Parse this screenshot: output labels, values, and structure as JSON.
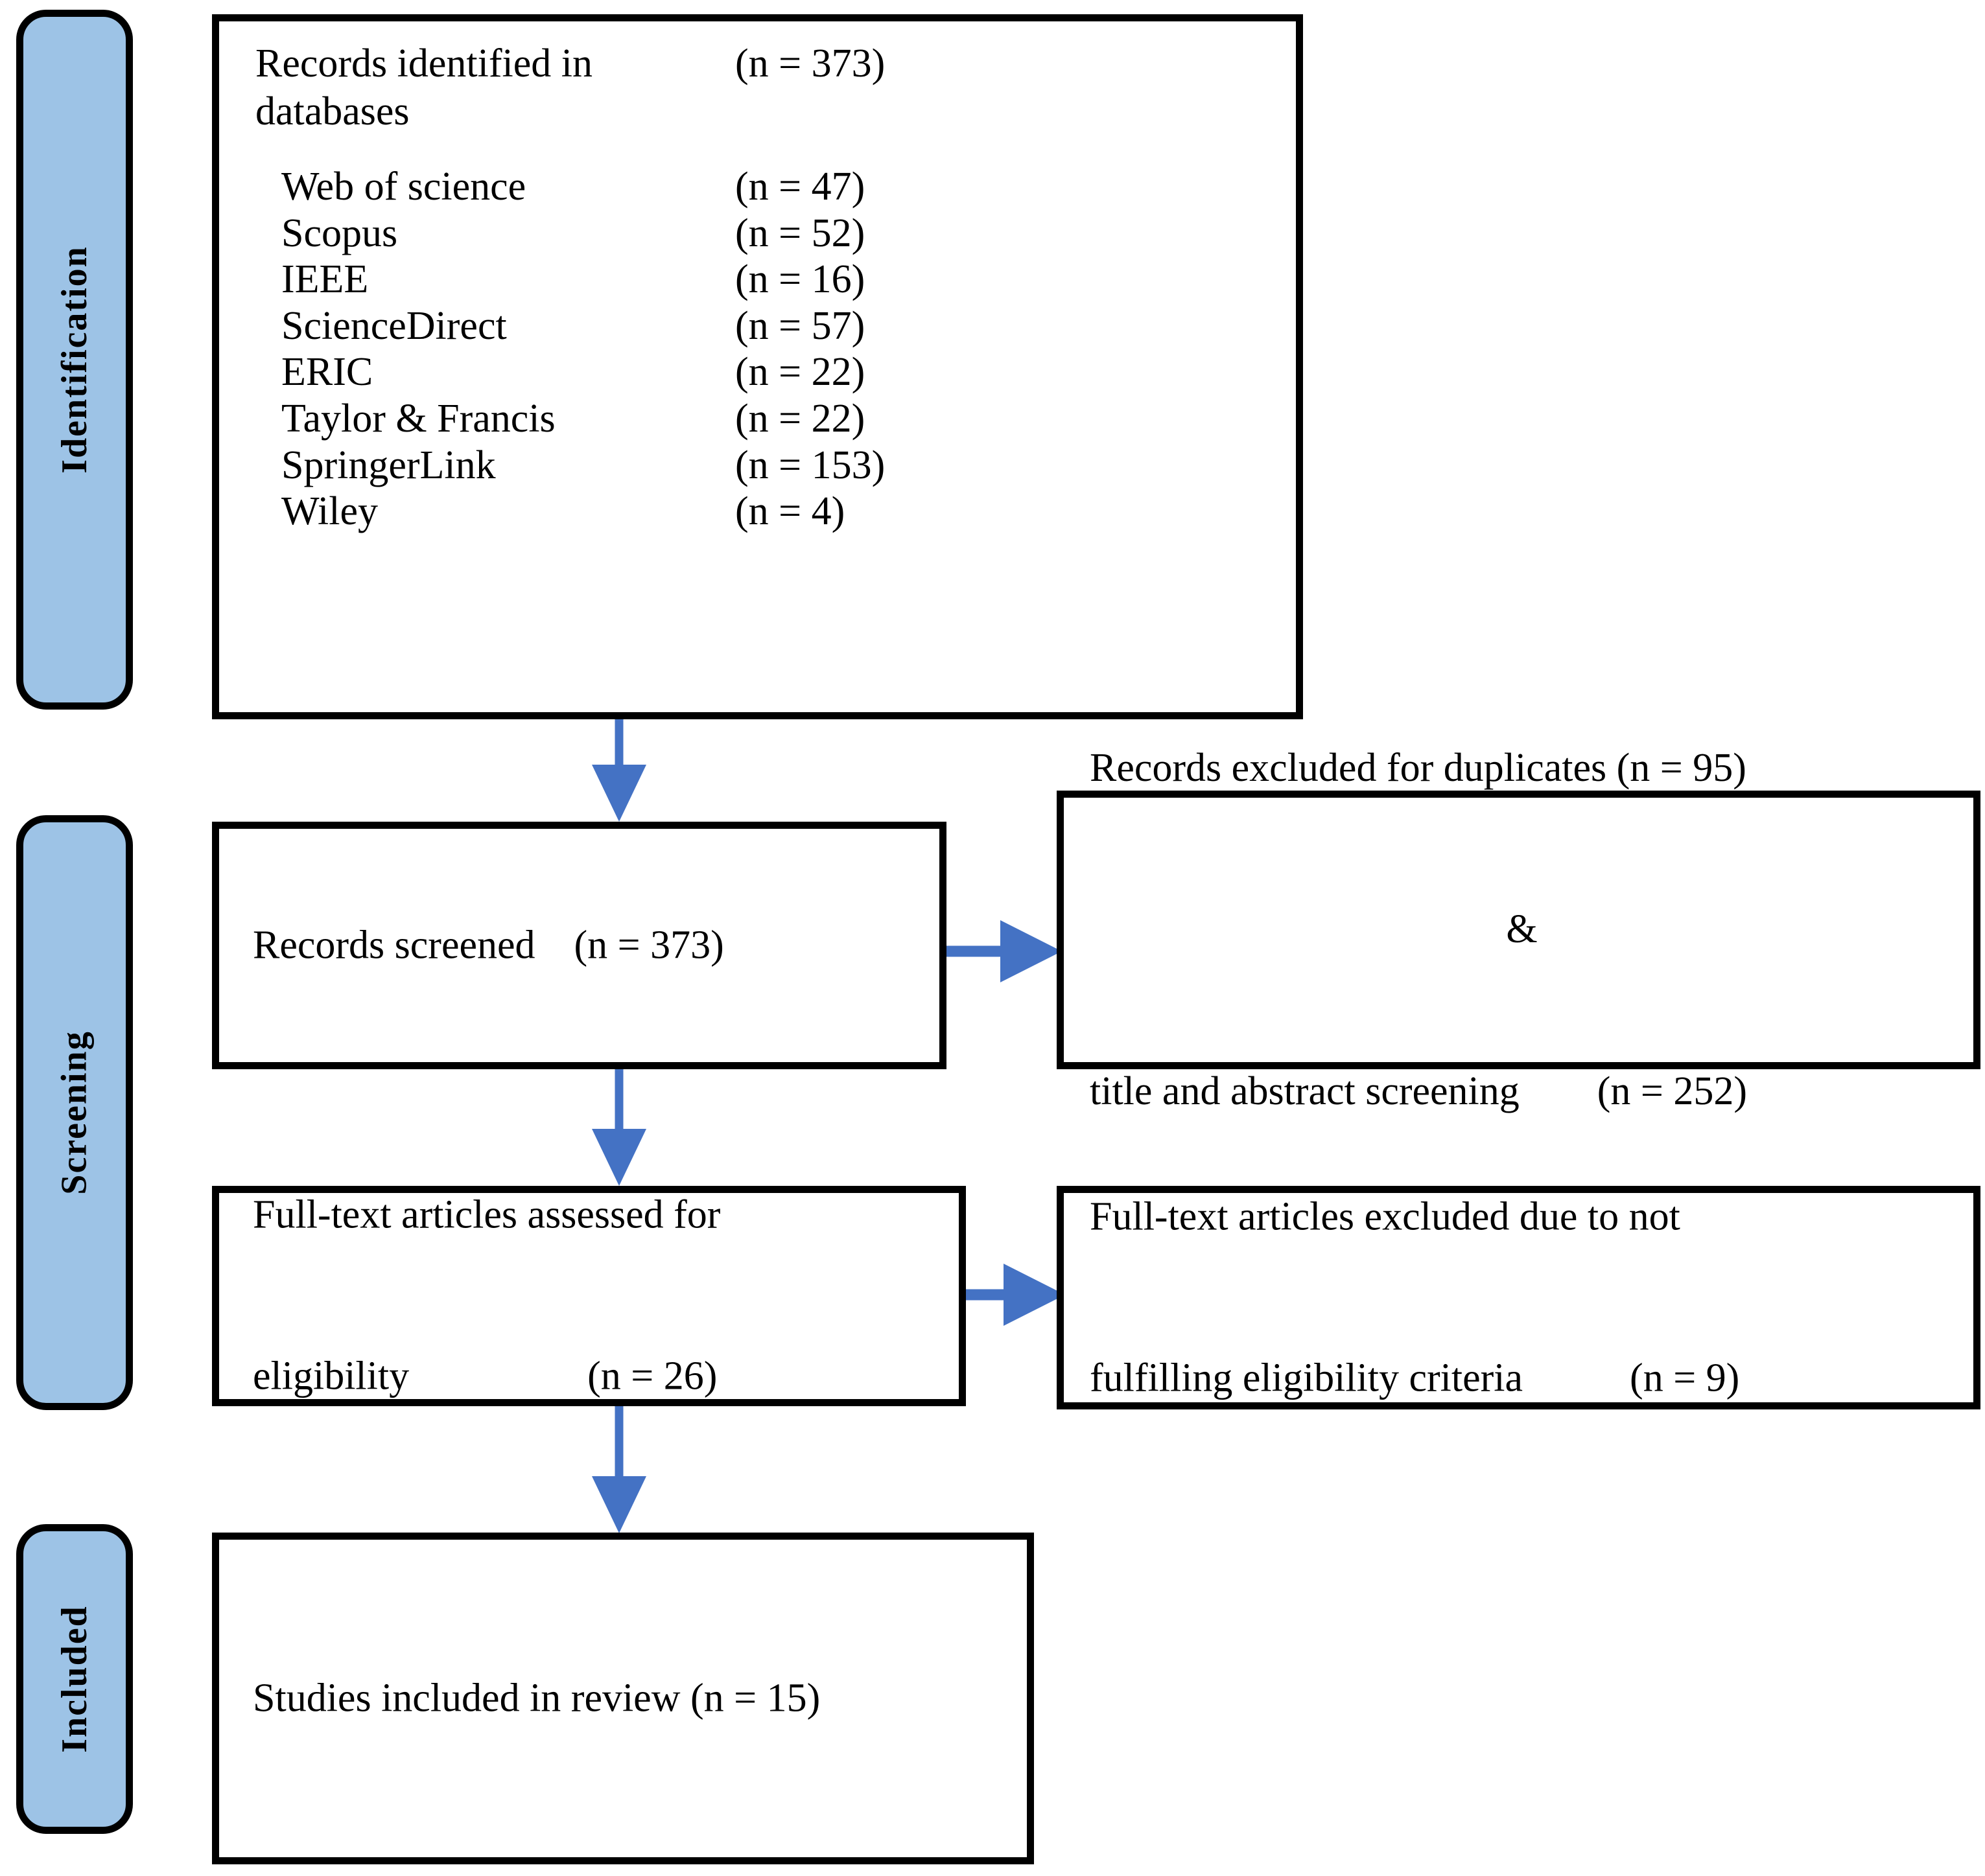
{
  "diagram": {
    "type": "prisma-flow-diagram",
    "accent_color": "#4472c4",
    "stage_fill_color": "#9dc3e6",
    "border_color": "#000000",
    "background_color": "#ffffff"
  },
  "stages": [
    {
      "id": "identification",
      "label": "Identification"
    },
    {
      "id": "screening",
      "label": "Screening"
    },
    {
      "id": "included",
      "label": "Included"
    }
  ],
  "identification_box": {
    "heading_label": "Records identified in databases",
    "heading_count": "(n = 373)",
    "databases": [
      {
        "name": "Web of science",
        "count": "(n = 47)"
      },
      {
        "name": "Scopus",
        "count": "(n = 52)"
      },
      {
        "name": "IEEE",
        "count": "(n = 16)"
      },
      {
        "name": "ScienceDirect",
        "count": "(n = 57)"
      },
      {
        "name": "ERIC",
        "count": "(n = 22)"
      },
      {
        "name": "Taylor & Francis",
        "count": "(n = 22)"
      },
      {
        "name": "SpringerLink",
        "count": "(n = 153)"
      },
      {
        "name": "Wiley",
        "count": "(n = 4)"
      }
    ]
  },
  "screened_box": {
    "label": "Records screened",
    "count": "(n = 373)"
  },
  "excluded_screening_box": {
    "line1_label": "Records excluded for duplicates (n = 95)",
    "line2_label": "&",
    "line3_label": "title and abstract screening",
    "line3_count": "(n = 252)"
  },
  "fulltext_box": {
    "line1": "Full-text articles assessed for",
    "line2_label": "eligibility",
    "line2_count": "(n = 26)"
  },
  "excluded_fulltext_box": {
    "line1": "Full-text articles excluded due to not",
    "line2_label": "fulfilling eligibility criteria",
    "line2_count": "(n = 9)"
  },
  "included_box": {
    "label": "Studies included in review (n = 15)"
  },
  "chart_data": {
    "type": "flowchart",
    "title": "PRISMA flow diagram",
    "nodes": [
      {
        "id": "identified",
        "stage": "Identification",
        "label": "Records identified in databases",
        "n": 373
      },
      {
        "id": "web-of-science",
        "stage": "Identification",
        "label": "Web of science",
        "n": 47
      },
      {
        "id": "scopus",
        "stage": "Identification",
        "label": "Scopus",
        "n": 52
      },
      {
        "id": "ieee",
        "stage": "Identification",
        "label": "IEEE",
        "n": 16
      },
      {
        "id": "sciencedirect",
        "stage": "Identification",
        "label": "ScienceDirect",
        "n": 57
      },
      {
        "id": "eric",
        "stage": "Identification",
        "label": "ERIC",
        "n": 22
      },
      {
        "id": "taylor-francis",
        "stage": "Identification",
        "label": "Taylor & Francis",
        "n": 22
      },
      {
        "id": "springerlink",
        "stage": "Identification",
        "label": "SpringerLink",
        "n": 153
      },
      {
        "id": "wiley",
        "stage": "Identification",
        "label": "Wiley",
        "n": 4
      },
      {
        "id": "screened",
        "stage": "Screening",
        "label": "Records screened",
        "n": 373
      },
      {
        "id": "excluded-duplicates",
        "stage": "Screening",
        "label": "Records excluded for duplicates",
        "n": 95
      },
      {
        "id": "excluded-title-abstract",
        "stage": "Screening",
        "label": "title and abstract screening",
        "n": 252
      },
      {
        "id": "fulltext-assessed",
        "stage": "Screening",
        "label": "Full-text articles assessed for eligibility",
        "n": 26
      },
      {
        "id": "fulltext-excluded",
        "stage": "Screening",
        "label": "Full-text articles excluded due to not fulfilling eligibility criteria",
        "n": 9
      },
      {
        "id": "included",
        "stage": "Included",
        "label": "Studies included in review",
        "n": 15
      }
    ],
    "edges": [
      {
        "from": "identified",
        "to": "screened",
        "direction": "down"
      },
      {
        "from": "screened",
        "to": "excluded-duplicates",
        "direction": "right"
      },
      {
        "from": "screened",
        "to": "fulltext-assessed",
        "direction": "down"
      },
      {
        "from": "fulltext-assessed",
        "to": "fulltext-excluded",
        "direction": "right"
      },
      {
        "from": "fulltext-assessed",
        "to": "included",
        "direction": "down"
      }
    ]
  }
}
